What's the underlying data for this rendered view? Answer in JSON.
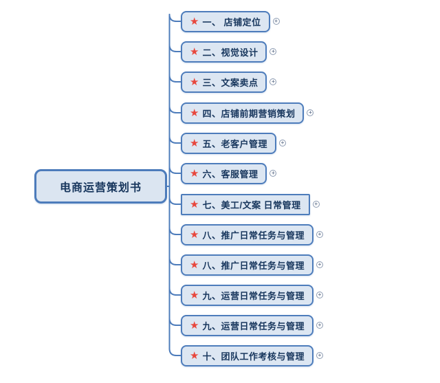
{
  "root": {
    "label": "电商运营策划书"
  },
  "topics": [
    {
      "label": "一、 店铺定位",
      "square": false
    },
    {
      "label": "二、视觉设计",
      "square": false
    },
    {
      "label": "三、文案卖点",
      "square": false
    },
    {
      "label": "四、店铺前期营销策划",
      "square": false
    },
    {
      "label": "五、老客户管理",
      "square": false
    },
    {
      "label": "六、客服管理",
      "square": false
    },
    {
      "label": "七、美工/文案 日常管理",
      "square": true
    },
    {
      "label": "八、推广日常任务与管理",
      "square": false
    },
    {
      "label": "八、推广日常任务与管理",
      "square": false
    },
    {
      "label": "九、运营日常任务与管理",
      "square": false
    },
    {
      "label": "九、运营日常任务与管理",
      "square": false
    },
    {
      "label": "十、团队工作考核与管理",
      "square": false
    }
  ],
  "icons": {
    "star": "★",
    "expand": "+"
  },
  "colors": {
    "line": "#4d7cbb",
    "node_border": "#4d7cbb",
    "node_fill": "#dce6f2",
    "root_fill": "#dbe5f1",
    "text": "#17365d",
    "star": "#e8473d",
    "expand_border": "#8a99b0",
    "expand_plus": "#6e7d95",
    "background": "#ffffff"
  }
}
